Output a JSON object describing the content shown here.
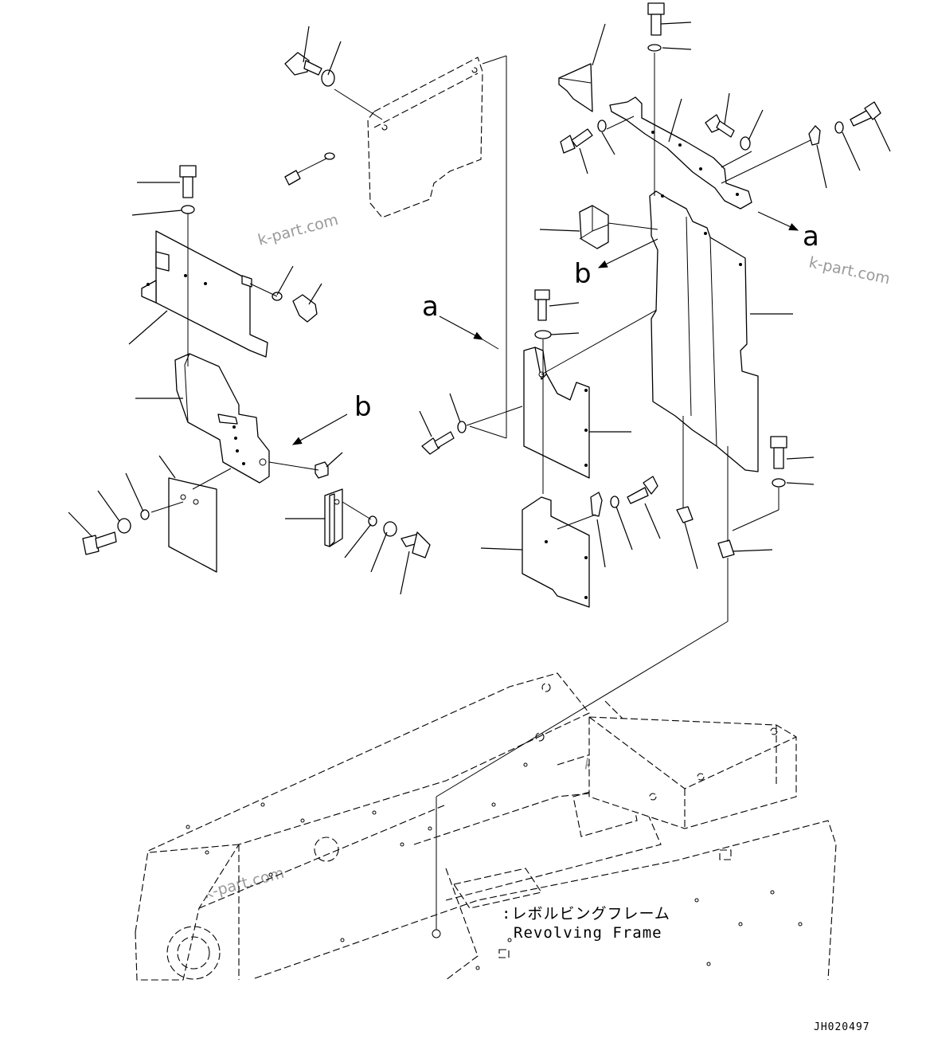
{
  "diagram": {
    "callout_letters": [
      "a",
      "b"
    ],
    "frame_label": {
      "japanese": ":レボルビングフレーム",
      "english": "Revolving Frame"
    },
    "watermark": "k-part.com",
    "drawing_code": "JH020497"
  }
}
